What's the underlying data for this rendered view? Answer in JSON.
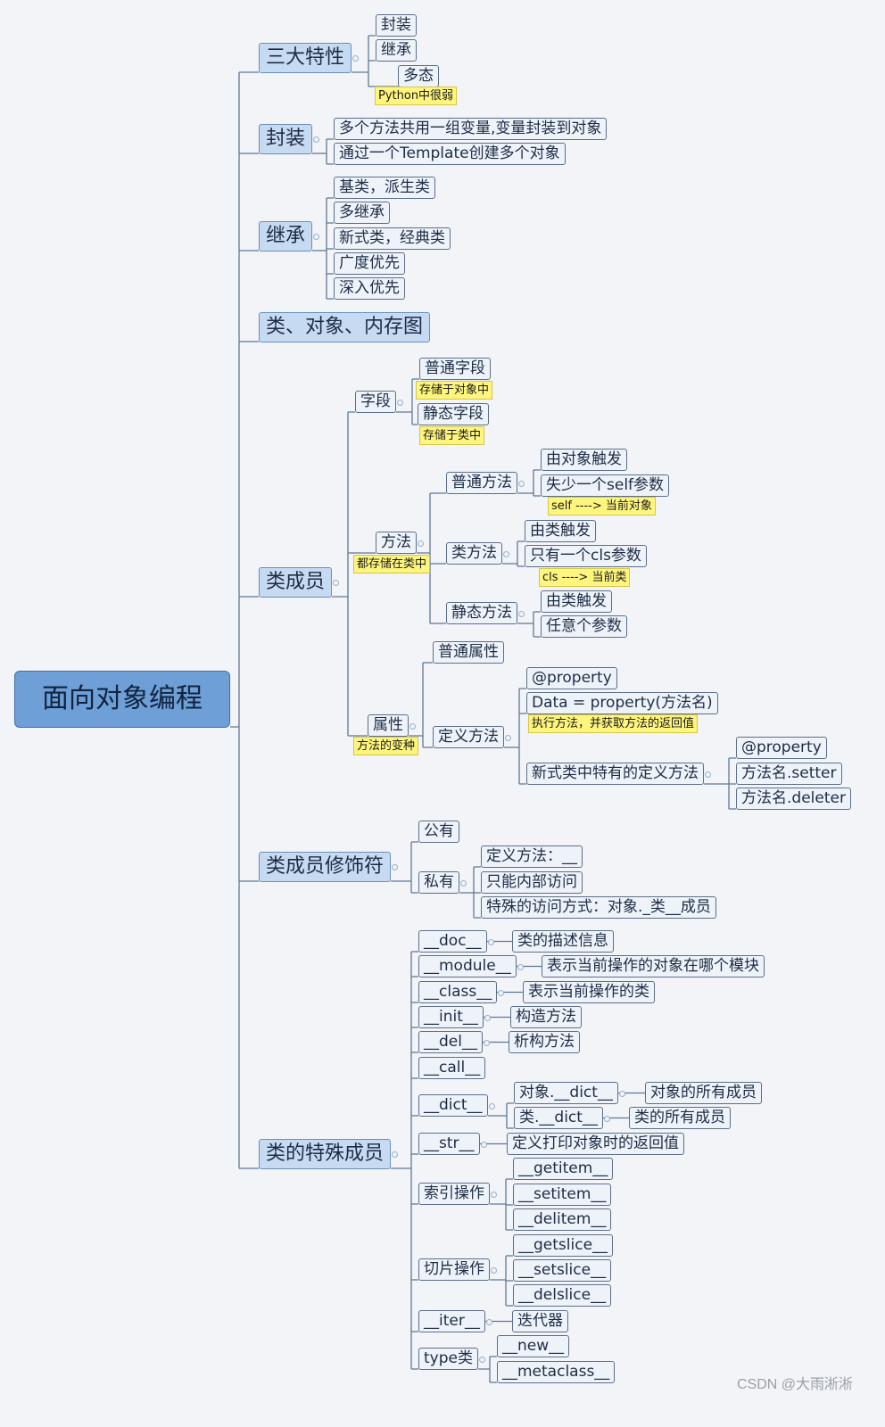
{
  "root": "面向对象编程",
  "sanda": {
    "label": "三大特性",
    "fengzhuang": "封装",
    "jicheng": "继承",
    "duotai": "多态",
    "note": "Python中很弱"
  },
  "fengzhuang": {
    "label": "封装",
    "c1": "多个方法共用一组变量,变量封装到对象",
    "c2": "通过一个Template创建多个对象"
  },
  "jicheng": {
    "label": "继承",
    "c1": "基类，派生类",
    "c2": "多继承",
    "c3": "新式类，经典类",
    "c4": "广度优先",
    "c5": "深入优先"
  },
  "memory": {
    "label": "类、对象、内存图"
  },
  "members": {
    "label": "类成员",
    "field": {
      "label": "字段",
      "normal": "普通字段",
      "normal_note": "存储于对象中",
      "static": "静态字段",
      "static_note": "存储于类中"
    },
    "method": {
      "label": "方法",
      "note": "都存储在类中",
      "normal": {
        "label": "普通方法",
        "c1": "由对象触发",
        "c2": "失少一个self参数",
        "note": "self ----> 当前对象"
      },
      "classm": {
        "label": "类方法",
        "c1": "由类触发",
        "c2": "只有一个cls参数",
        "note": "cls ----> 当前类"
      },
      "staticm": {
        "label": "静态方法",
        "c1": "由类触发",
        "c2": "任意个参数"
      }
    },
    "prop": {
      "label": "属性",
      "note": "方法的变种",
      "normal": "普通属性",
      "define": "定义方法",
      "d1": "@property",
      "d2": "Data = property(方法名)",
      "d2_note": "执行方法，并获取方法的返回值",
      "d3": "新式类中特有的定义方法",
      "d3a": "@property",
      "d3b": "方法名.setter",
      "d3c": "方法名.deleter"
    }
  },
  "modifiers": {
    "label": "类成员修饰符",
    "public": "公有",
    "private": "私有",
    "p1": "定义方法：__",
    "p2": "只能内部访问",
    "p3": "特殊的访问方式：对象._类__成员"
  },
  "special": {
    "label": "类的特殊成员",
    "doc": "__doc__",
    "doc_d": "类的描述信息",
    "module": "__module__",
    "module_d": "表示当前操作的对象在哪个模块",
    "cls": "__class__",
    "cls_d": "表示当前操作的类",
    "init": "__init__",
    "init_d": "构造方法",
    "del": "__del__",
    "del_d": "析构方法",
    "call": "__call__",
    "dict": "__dict__",
    "dict_a": "对象.__dict__",
    "dict_a_d": "对象的所有成员",
    "dict_b": "类.__dict__",
    "dict_b_d": "类的所有成员",
    "str": "__str__",
    "str_d": "定义打印对象时的返回值",
    "index": "索引操作",
    "getitem": "__getitem__",
    "setitem": "__setitem__",
    "delitem": "__delitem__",
    "slice": "切片操作",
    "getslice": "__getslice__",
    "setslice": "__setslice__",
    "delslice": "__delslice__",
    "iter": "__iter__",
    "iter_d": "迭代器",
    "type": "type类",
    "new": "__new__",
    "metaclass": "__metaclass__"
  },
  "watermark": "CSDN @大雨淅淅"
}
